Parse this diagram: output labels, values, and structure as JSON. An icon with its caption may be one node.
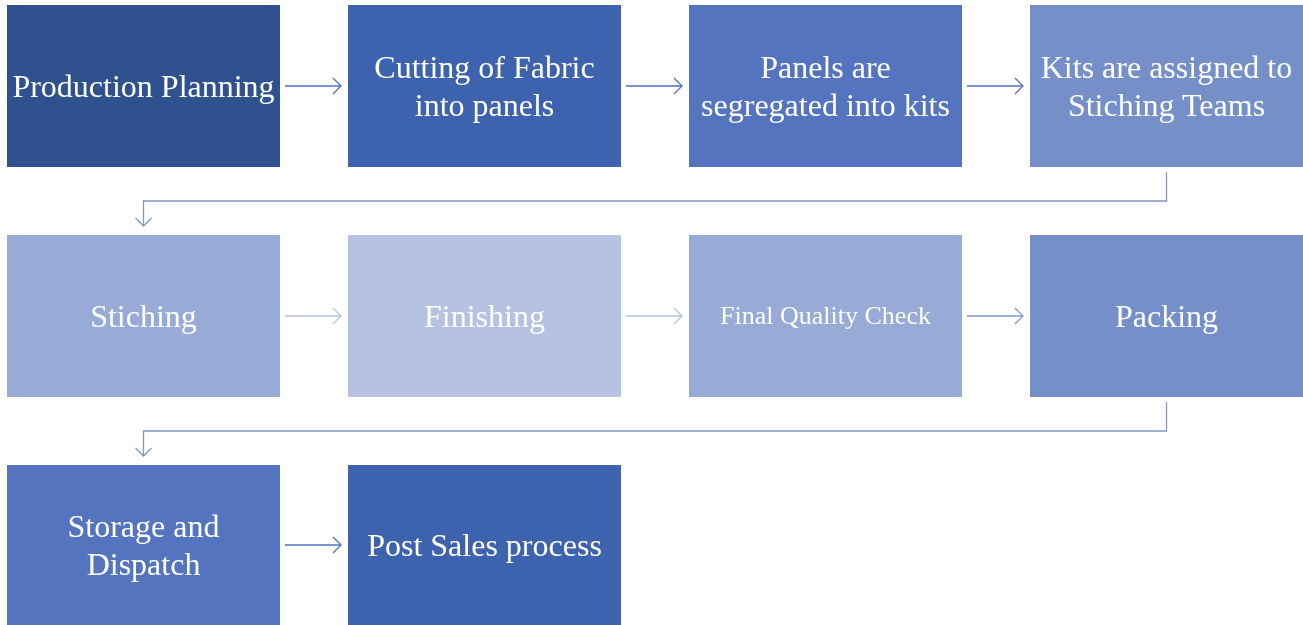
{
  "diagram": {
    "nodes": [
      {
        "text": [
          "Production Planning"
        ]
      },
      {
        "text": [
          "Cutting of Fabric into panels"
        ]
      },
      {
        "text": [
          "Panels are segregated into kits"
        ]
      },
      {
        "text": [
          "Kits are assigned to Stiching Teams"
        ]
      },
      {
        "text": [
          "Stiching"
        ]
      },
      {
        "text": [
          "Finishing"
        ]
      },
      {
        "text": [
          "Final Quality Check"
        ]
      },
      {
        "text": [
          "Packing"
        ]
      },
      {
        "text": [
          "Storage and Dispatch"
        ]
      },
      {
        "text": [
          "Post Sales process"
        ]
      }
    ],
    "edges": [
      {
        "from": 0,
        "to": 1,
        "arrow": "to"
      },
      {
        "from": 1,
        "to": 2,
        "arrow": "to"
      },
      {
        "from": 2,
        "to": 3,
        "arrow": "to"
      },
      {
        "from": 3,
        "to": 4,
        "arrow": "to",
        "color": "#7d96cc"
      },
      {
        "from": 4,
        "to": 5,
        "arrow": "to",
        "color": "#b4c1e2"
      },
      {
        "from": 5,
        "to": 6,
        "arrow": "to",
        "color": "#b4c1e2"
      },
      {
        "from": 6,
        "to": 7,
        "arrow": "to",
        "color": "#7d96cc"
      },
      {
        "from": 7,
        "to": 8,
        "arrow": "to",
        "color": "#7d96cc"
      },
      {
        "from": 8,
        "to": 9,
        "arrow": "to"
      }
    ]
  }
}
